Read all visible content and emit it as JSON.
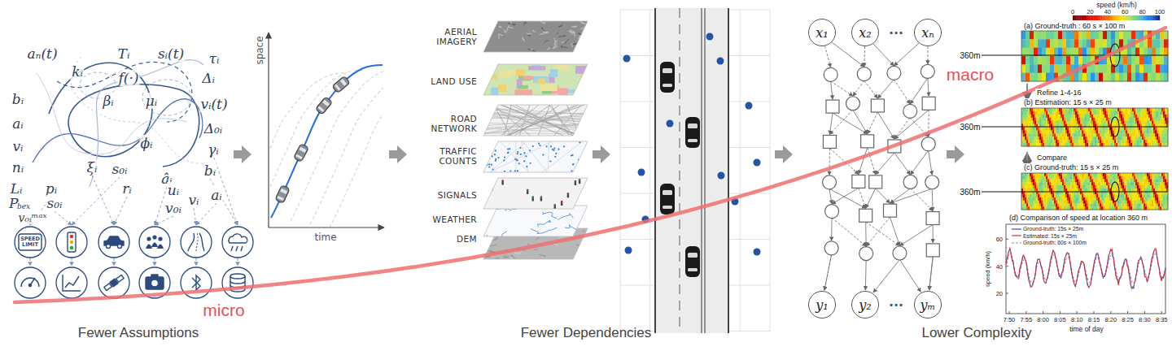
{
  "diagram": {
    "nodes": [
      {
        "text": [
          "x₁"
        ]
      },
      {
        "text": [
          "x₂"
        ]
      },
      {
        "text": [
          "xₙ"
        ]
      },
      {
        "text": [
          "y₁"
        ]
      },
      {
        "text": [
          "y₂"
        ]
      },
      {
        "text": [
          "yₘ"
        ]
      }
    ],
    "labels": [
      "aₙ(t)",
      "Tᵢ",
      "sᵢ(t)",
      "τᵢ",
      "kᵢ",
      "f(·)",
      "Δᵢ",
      "bᵢ",
      "βᵢ",
      "μᵢ",
      "vᵢ(t)",
      "aᵢ",
      "Δ₀ᵢ",
      "vᵢ",
      "γᵢ",
      "ϕᵢ",
      "nᵢ",
      "ξᵢ",
      "s₀ᵢ",
      "bᵢ",
      "âᵢ",
      "rᵢ",
      "Lᵢ",
      "pᵢ",
      "uᵢ",
      "vᵢ",
      "aᵢ",
      "P",
      "bex",
      "s₀ᵢ",
      "v₀ᵢ",
      "v₀ᵢᵐᵃˣ",
      "SPEED LIMIT",
      "space",
      "time",
      "AERIAL IMAGERY",
      "LAND USE",
      "ROAD NETWORK",
      "TRAFFIC COUNTS",
      "SIGNALS",
      "WEATHER",
      "DEM",
      "···",
      "···",
      "speed (km/h)",
      "0",
      "20",
      "40",
      "60",
      "80",
      "100",
      "(a) Ground-truth : 60 s × 100 m",
      "360m",
      "Refine 1-4-16",
      "(b) Estimation: 15 s × 25 m",
      "360m",
      "Compare",
      "(c) Ground-truth: 15 s × 25 m",
      "360m",
      "(d) Comparison of speed at location 360 m",
      "speed (km/h)",
      "20",
      "40",
      "60",
      "7:50",
      "7:55",
      "8:00",
      "8:05",
      "8:10",
      "8:15",
      "8:20",
      "8:25",
      "8:30",
      "8:35",
      "time of day",
      "micro",
      "macro",
      "Fewer Assumptions",
      "Fewer Dependencies",
      "Lower Complexity"
    ],
    "legend": [
      {
        "text": "Ground-truth: 15s × 25m"
      },
      {
        "text": "Estimated: 15s × 25m"
      },
      {
        "text": "Ground-truth: 60s × 100m"
      }
    ]
  }
}
